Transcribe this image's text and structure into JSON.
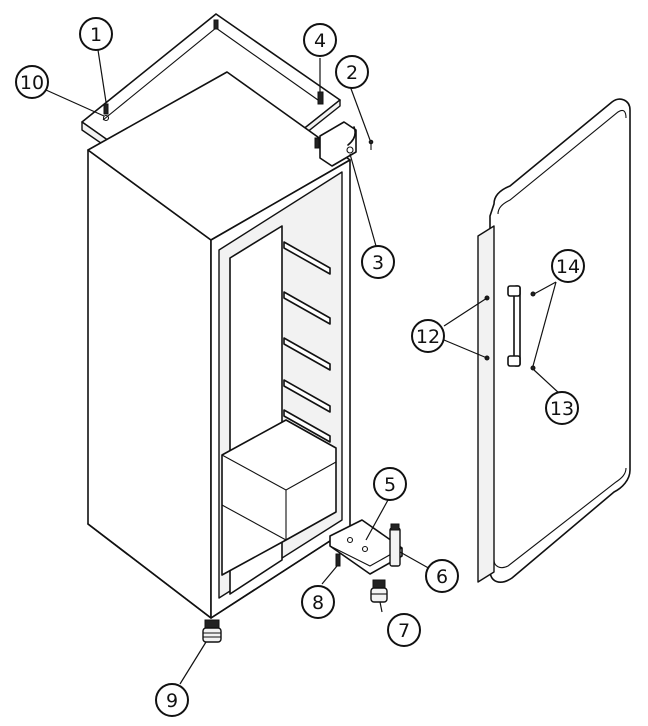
{
  "callouts": {
    "c1": "1",
    "c2": "2",
    "c3": "3",
    "c4": "4",
    "c5": "5",
    "c6": "6",
    "c7": "7",
    "c8": "8",
    "c9": "9",
    "c10": "10",
    "c12": "12",
    "c13": "13",
    "c14": "14"
  }
}
